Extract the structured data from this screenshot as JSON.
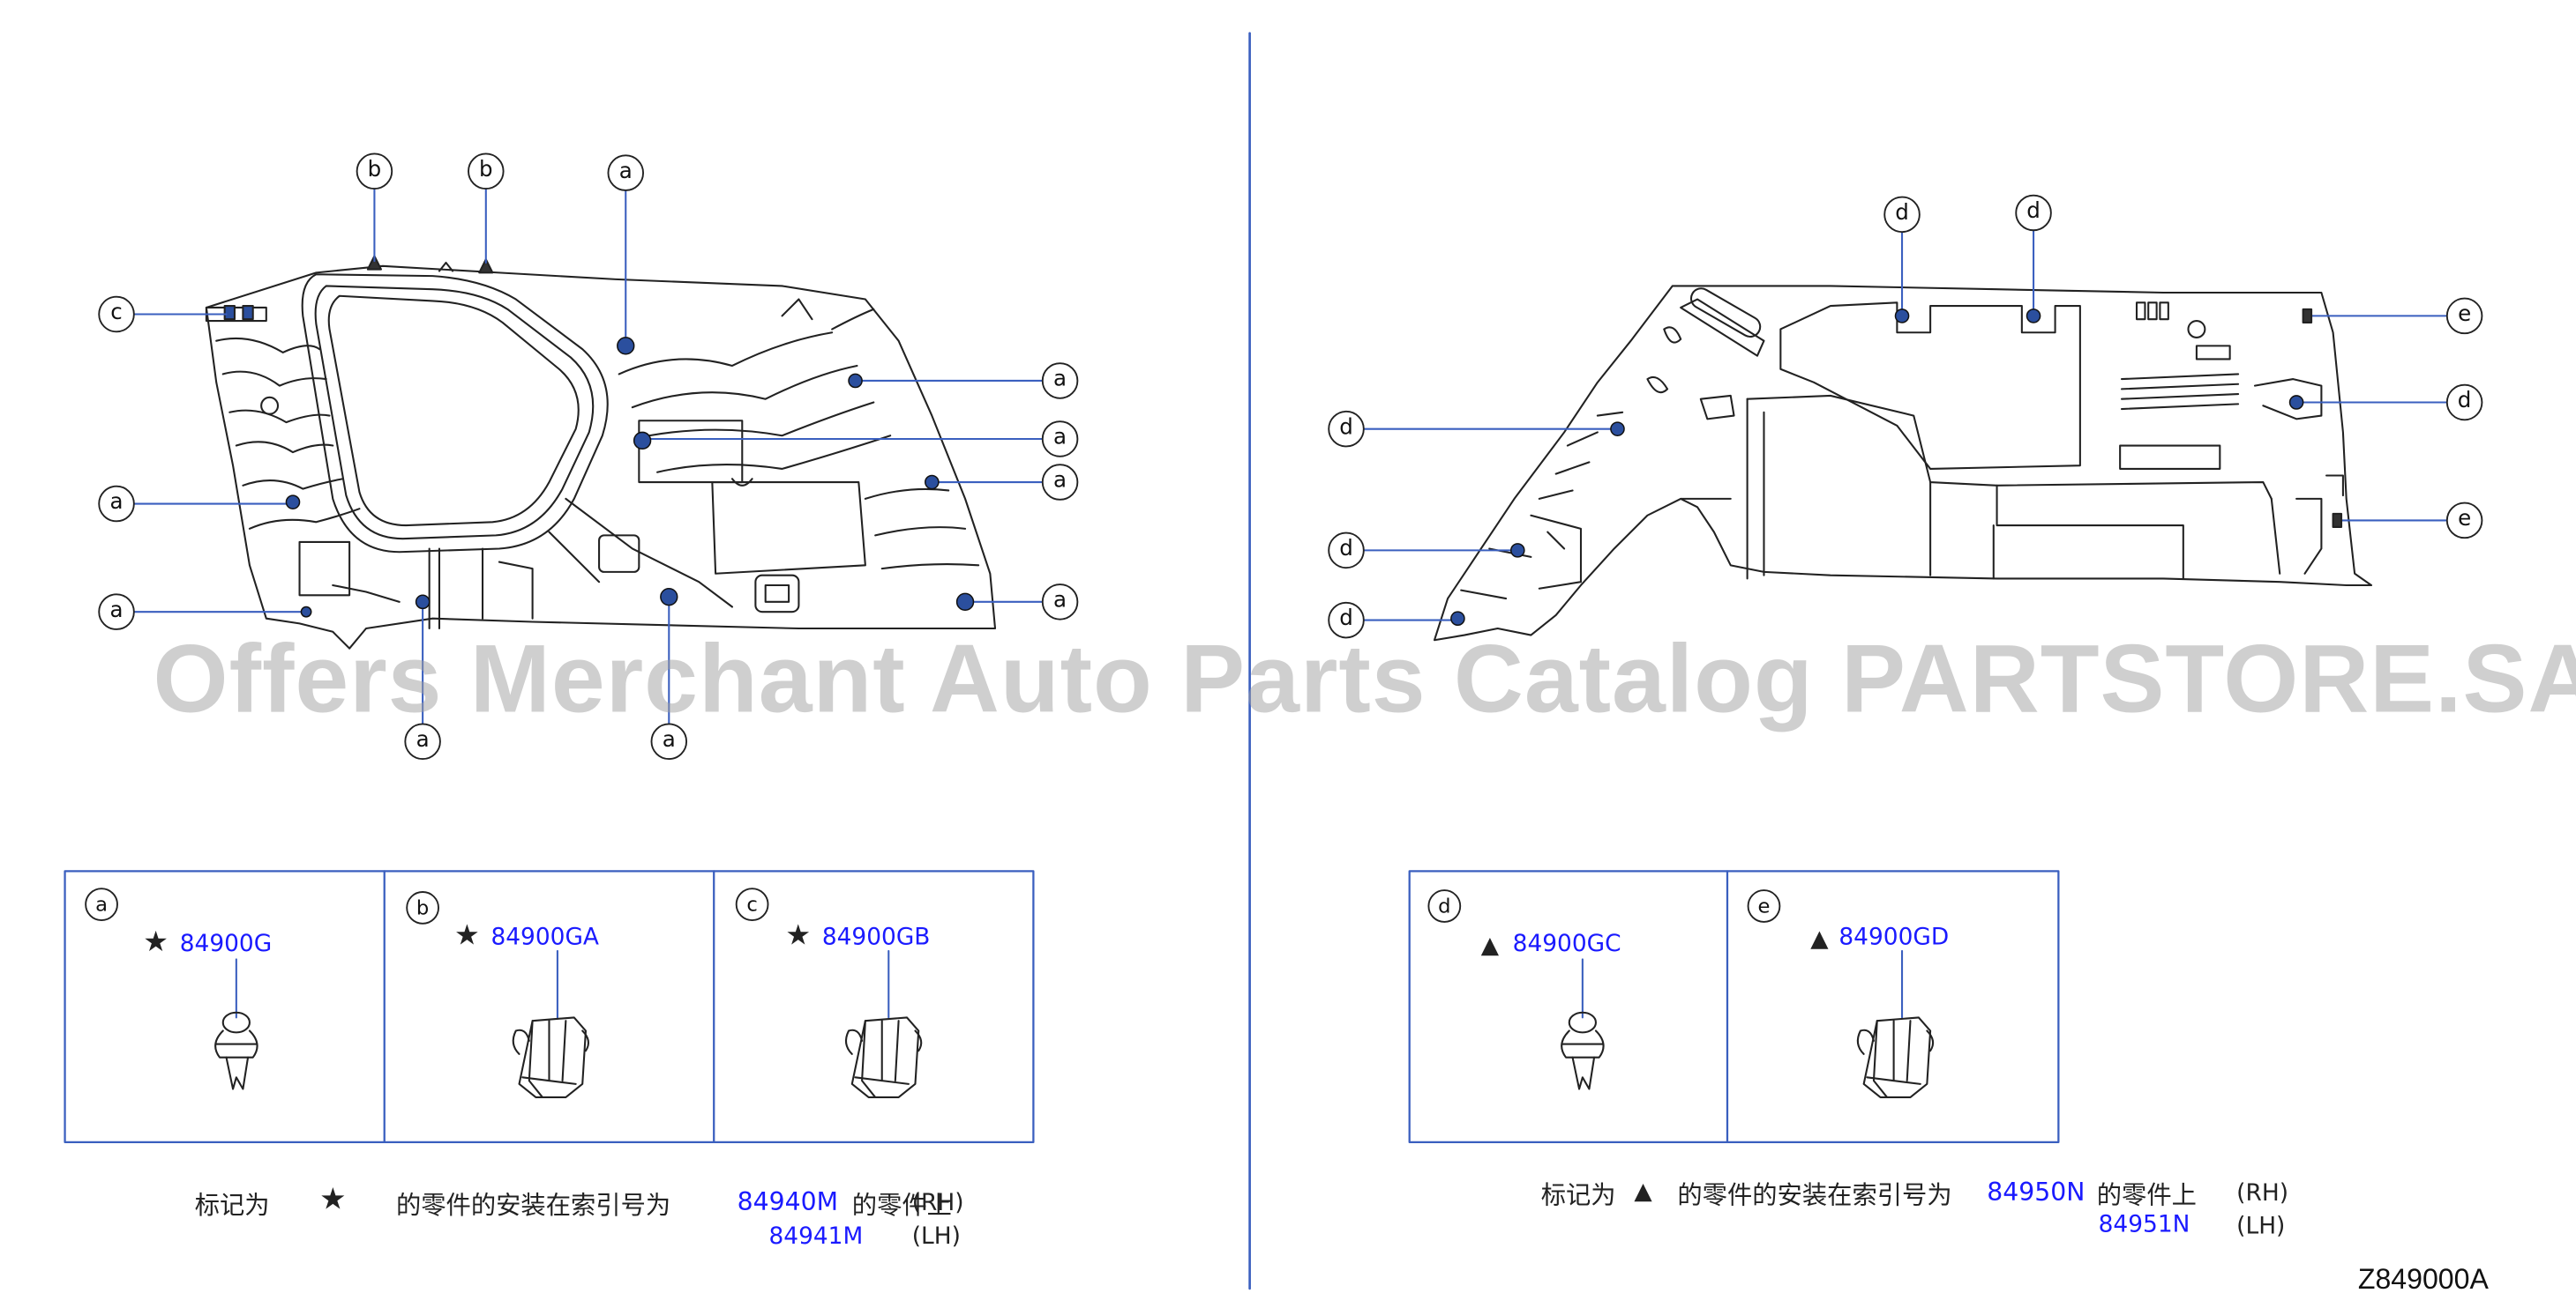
{
  "callouts_left": [
    {
      "letter": "b"
    },
    {
      "letter": "b"
    },
    {
      "letter": "a"
    },
    {
      "letter": "c"
    },
    {
      "letter": "a"
    },
    {
      "letter": "a"
    },
    {
      "letter": "a"
    },
    {
      "letter": "a"
    },
    {
      "letter": "a"
    },
    {
      "letter": "a"
    },
    {
      "letter": "a"
    },
    {
      "letter": "a"
    }
  ],
  "callouts_right": [
    {
      "letter": "d"
    },
    {
      "letter": "d"
    },
    {
      "letter": "e"
    },
    {
      "letter": "d"
    },
    {
      "letter": "d"
    },
    {
      "letter": "e"
    },
    {
      "letter": "d"
    },
    {
      "letter": "d"
    }
  ],
  "legend_left": [
    {
      "letter": "a",
      "mark": "★",
      "part": "84900G"
    },
    {
      "letter": "b",
      "mark": "★",
      "part": "84900GA"
    },
    {
      "letter": "c",
      "mark": "★",
      "part": "84900GB"
    }
  ],
  "legend_right": [
    {
      "letter": "d",
      "mark": "▲",
      "part": "84900GC"
    },
    {
      "letter": "e",
      "mark": "▲",
      "part": "84900GD"
    }
  ],
  "note_left": {
    "prefix": "标记为",
    "mark": "★",
    "middle": "的零件的安装在索引号为",
    "part_rh": "84940M",
    "suffix": "的零件上",
    "rh": "(RH)",
    "part_lh": "84941M",
    "lh": "(LH)"
  },
  "note_right": {
    "prefix": "标记为",
    "mark": "▲",
    "middle": "的零件的安装在索引号为",
    "part_rh": "84950N",
    "suffix": "的零件上",
    "rh": "(RH)",
    "part_lh": "84951N",
    "lh": "(LH)"
  },
  "watermark": "Offers Merchant Auto Parts Catalog PARTSTORE.SA",
  "reference_code": "Z849000A",
  "colors": {
    "accent": "#1a1aff",
    "line": "#3a5fbf",
    "clip": "#2b4f9e"
  }
}
